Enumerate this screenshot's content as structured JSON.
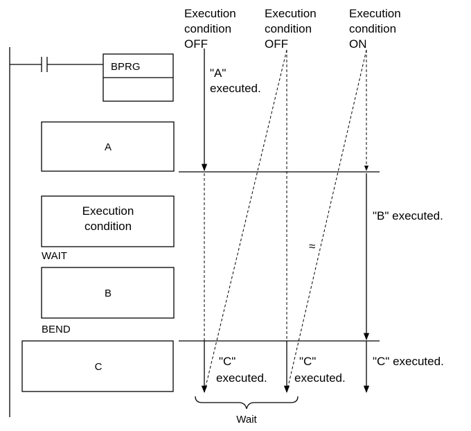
{
  "column_headers": [
    {
      "line1": "Execution",
      "line2": "condition",
      "line3": "OFF"
    },
    {
      "line1": "Execution",
      "line2": "condition",
      "line3": "OFF"
    },
    {
      "line1": "Execution",
      "line2": "condition",
      "line3": "ON"
    }
  ],
  "ladder": {
    "instruction": "BPRG"
  },
  "blocks": {
    "a": "A",
    "exec_cond_line1": "Execution",
    "exec_cond_line2": "condition",
    "wait": "WAIT",
    "b": "B",
    "bend": "BEND",
    "c": "C"
  },
  "annotations": {
    "a_executed_line1": "\"A\"",
    "a_executed_line2": "executed.",
    "b_executed": "\"B\" executed.",
    "c1_line1": "\"C\"",
    "c1_line2": "executed.",
    "c2_line1": "\"C\"",
    "c2_line2": "executed.",
    "c3": "\"C\" executed.",
    "wait_label": "Wait",
    "break_symbol": "≈"
  }
}
